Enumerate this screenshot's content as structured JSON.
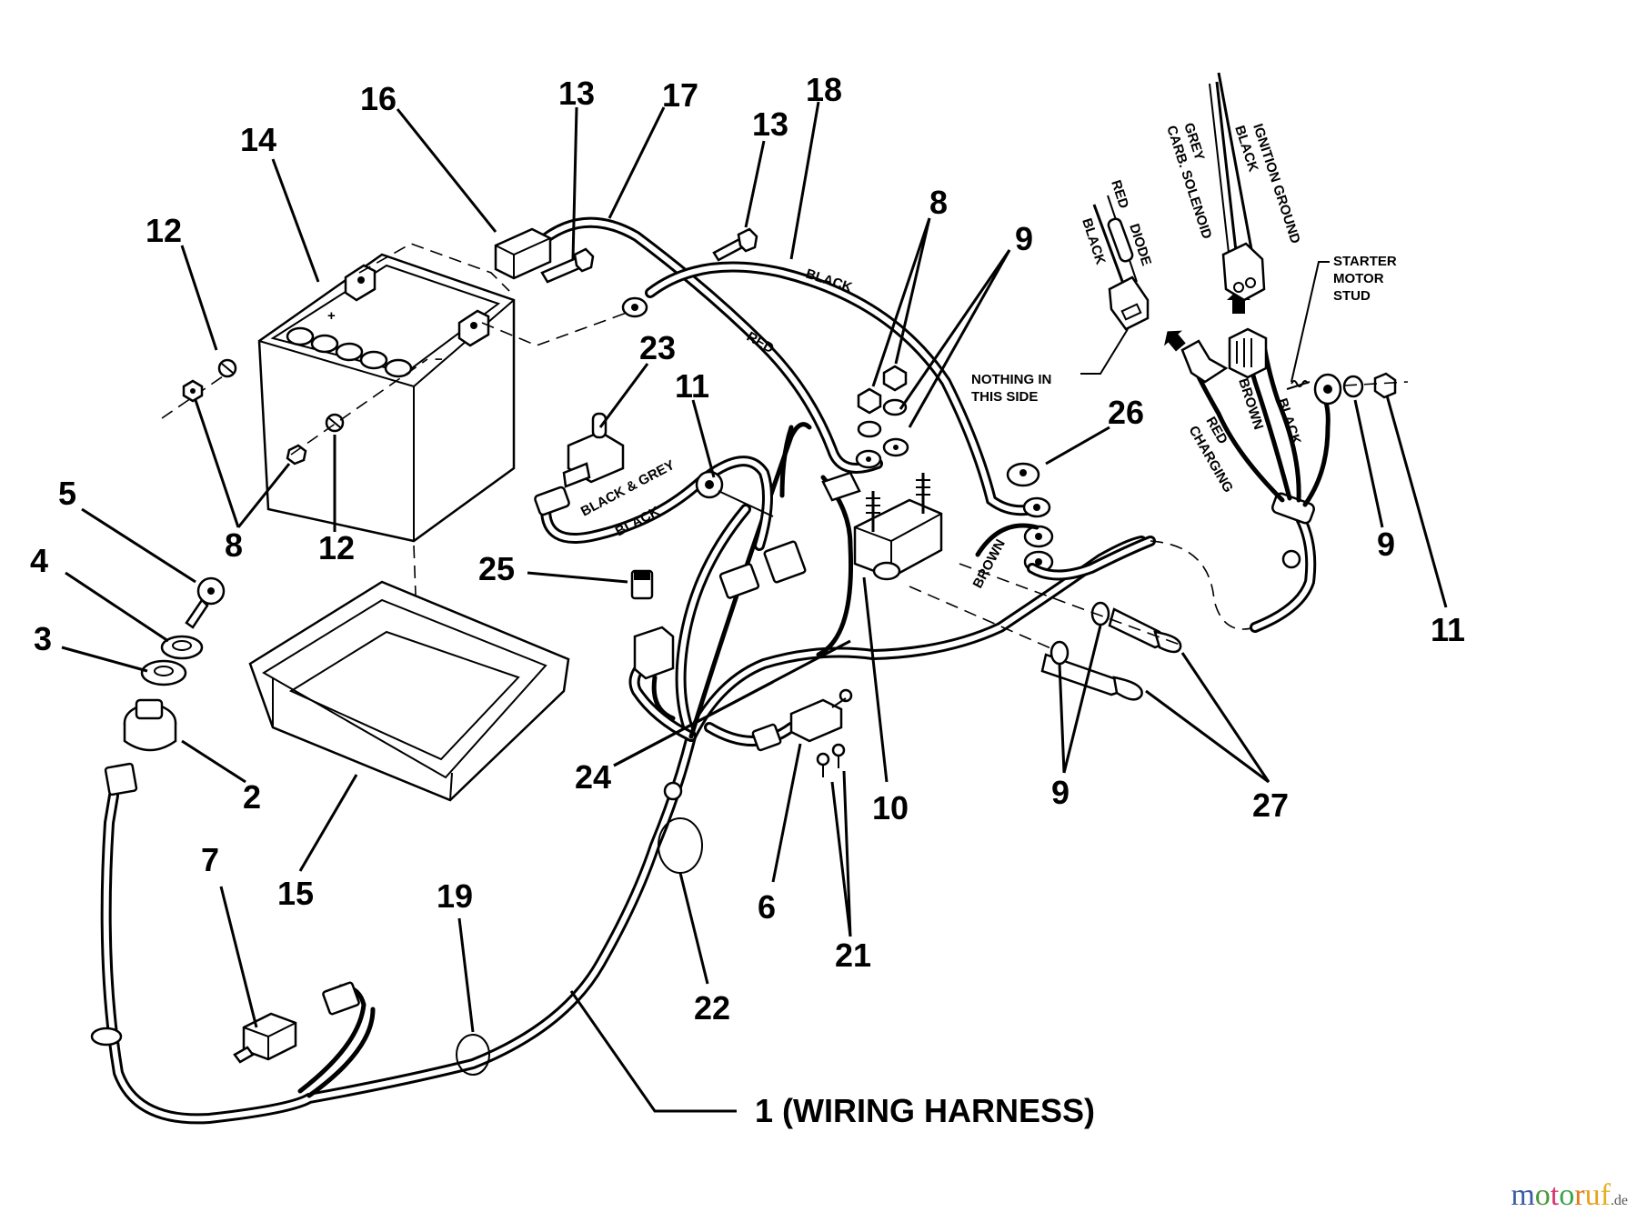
{
  "diagram": {
    "title": "Wiring harness exploded parts diagram",
    "callouts": [
      {
        "id": "c16",
        "label": "16"
      },
      {
        "id": "c13a",
        "label": "13"
      },
      {
        "id": "c17",
        "label": "17"
      },
      {
        "id": "c18",
        "label": "18"
      },
      {
        "id": "c13b",
        "label": "13"
      },
      {
        "id": "c14",
        "label": "14"
      },
      {
        "id": "c12a",
        "label": "12"
      },
      {
        "id": "c8a",
        "label": "8"
      },
      {
        "id": "c9a",
        "label": "9"
      },
      {
        "id": "c23",
        "label": "23"
      },
      {
        "id": "c11a",
        "label": "11"
      },
      {
        "id": "c26",
        "label": "26"
      },
      {
        "id": "c5",
        "label": "5"
      },
      {
        "id": "c4",
        "label": "4"
      },
      {
        "id": "c3",
        "label": "3"
      },
      {
        "id": "c8b",
        "label": "8"
      },
      {
        "id": "c12b",
        "label": "12"
      },
      {
        "id": "c25",
        "label": "25"
      },
      {
        "id": "c9b",
        "label": "9"
      },
      {
        "id": "c11b",
        "label": "11"
      },
      {
        "id": "c2",
        "label": "2"
      },
      {
        "id": "c24",
        "label": "24"
      },
      {
        "id": "c10",
        "label": "10"
      },
      {
        "id": "c9c",
        "label": "9"
      },
      {
        "id": "c27",
        "label": "27"
      },
      {
        "id": "c7",
        "label": "7"
      },
      {
        "id": "c15",
        "label": "15"
      },
      {
        "id": "c19",
        "label": "19"
      },
      {
        "id": "c6",
        "label": "6"
      },
      {
        "id": "c21",
        "label": "21"
      },
      {
        "id": "c22",
        "label": "22"
      }
    ],
    "harness_label": "1 (WIRING HARNESS)",
    "wire_labels": {
      "black_top": "BLACK",
      "red_top": "RED",
      "black_grey": "BLACK & GREY",
      "black_lower": "BLACK",
      "brown_mid": "BROWN",
      "red_diode": "RED",
      "black_diode": "BLACK",
      "diode": "DIODE",
      "grey": "GREY",
      "carb_solenoid": "CARB. SOLENOID",
      "black_ign": "BLACK",
      "ignition_ground": "IGNITION GROUND",
      "red_charging_1": "RED",
      "red_charging_2": "CHARGING",
      "brown_right": "BROWN",
      "black_right": "BLACK"
    },
    "notes": {
      "nothing_1": "NOTHING IN",
      "nothing_2": "THIS SIDE",
      "starter_1": "STARTER",
      "starter_2": "MOTOR",
      "starter_3": "STUD"
    },
    "battery_symbols": {
      "plus": "+",
      "minus": "−"
    }
  },
  "watermark": {
    "letters": [
      {
        "ch": "m",
        "color": "#3b5aa8"
      },
      {
        "ch": "o",
        "color": "#4a9a3a"
      },
      {
        "ch": "t",
        "color": "#d6336c"
      },
      {
        "ch": "o",
        "color": "#3aa348"
      },
      {
        "ch": "r",
        "color": "#e07b1a"
      },
      {
        "ch": "u",
        "color": "#e8a21b"
      },
      {
        "ch": "f",
        "color": "#e6b020"
      }
    ],
    "suffix": ".de"
  }
}
